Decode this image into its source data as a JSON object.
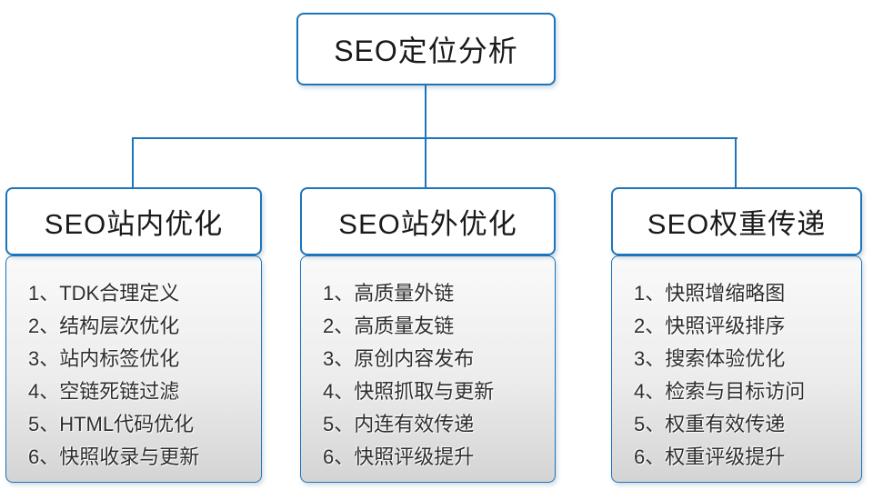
{
  "colors": {
    "accent": "#1b75bc"
  },
  "diagram": {
    "root": {
      "title": "SEO定位分析"
    },
    "branches": [
      {
        "title": "SEO站内优化",
        "items": [
          "1、TDK合理定义",
          "2、结构层次优化",
          "3、站内标签优化",
          "4、空链死链过滤",
          "5、HTML代码优化",
          "6、快照收录与更新"
        ]
      },
      {
        "title": "SEO站外优化",
        "items": [
          "1、高质量外链",
          "2、高质量友链",
          "3、原创内容发布",
          "4、快照抓取与更新",
          "5、内连有效传递",
          "6、快照评级提升"
        ]
      },
      {
        "title": "SEO权重传递",
        "items": [
          "1、快照增缩略图",
          "2、快照评级排序",
          "3、搜索体验优化",
          "4、检索与目标访问",
          "5、权重有效传递",
          "6、权重评级提升"
        ]
      }
    ]
  }
}
